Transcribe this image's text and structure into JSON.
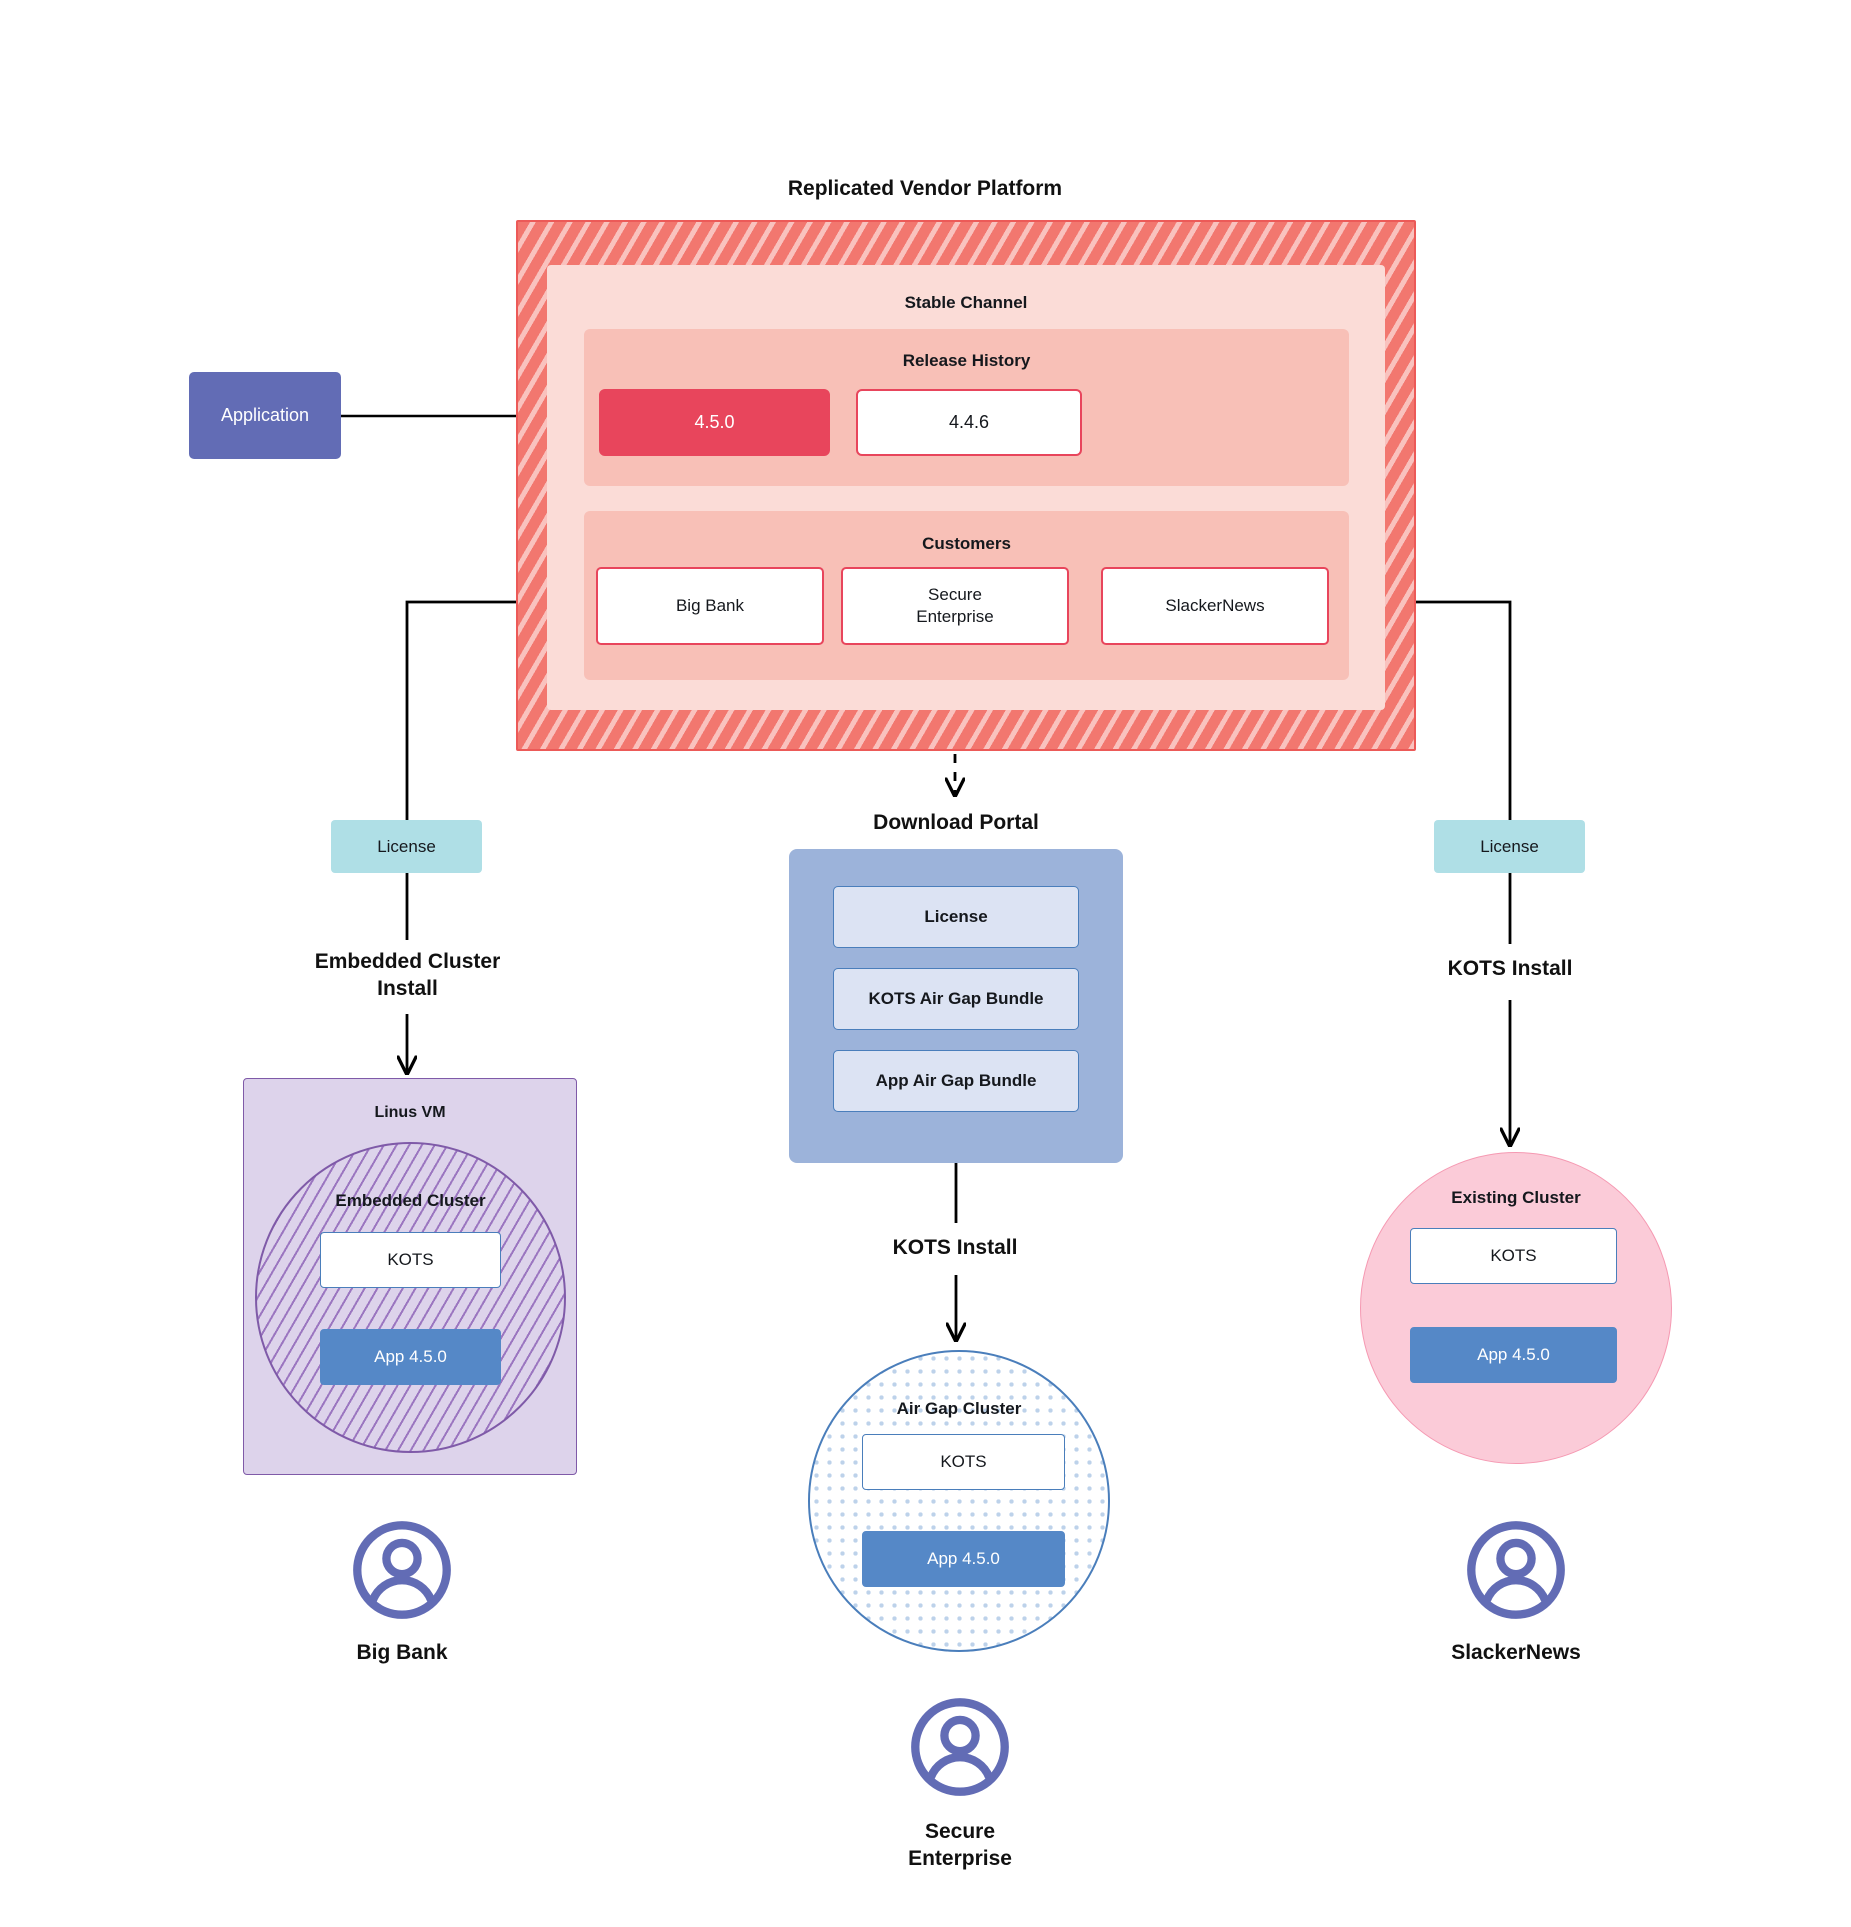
{
  "diagram": {
    "title": "Replicated Vendor Platform",
    "platform": {
      "channel_label": "Stable Channel",
      "release_history_label": "Release History",
      "releases": [
        {
          "version": "4.5.0",
          "state": "current"
        },
        {
          "version": "4.4.6",
          "state": "previous"
        }
      ],
      "customers_label": "Customers",
      "customers": [
        {
          "name": "Big Bank"
        },
        {
          "name": "Secure\nEnterprise"
        },
        {
          "name": "SlackerNews"
        }
      ]
    },
    "application_box": {
      "label": "Application"
    },
    "license_left": {
      "label": "License"
    },
    "license_right": {
      "label": "License"
    },
    "flow_labels": {
      "embedded_cluster_install": "Embedded Cluster\nInstall",
      "kots_install_right": "KOTS Install",
      "kots_install_center": "KOTS Install"
    },
    "download_portal": {
      "title": "Download  Portal",
      "items": [
        {
          "label": "License"
        },
        {
          "label": "KOTS Air Gap Bundle"
        },
        {
          "label": "App Air Gap Bundle"
        }
      ]
    },
    "left_branch": {
      "vm_label": "Linus VM",
      "cluster_label": "Embedded Cluster",
      "kots_label": "KOTS",
      "app_label": "App 4.5.0",
      "persona": "Big Bank"
    },
    "center_branch": {
      "cluster_label": "Air Gap Cluster",
      "kots_label": "KOTS",
      "app_label": "App 4.5.0",
      "persona": "Secure\nEnterprise"
    },
    "right_branch": {
      "cluster_label": "Existing Cluster",
      "kots_label": "KOTS",
      "app_label": "App 4.5.0",
      "persona": "SlackerNews"
    },
    "colors": {
      "platform_hatch": "#f2776f",
      "platform_border": "#ec5a58",
      "channel_bg": "#fbdcd7",
      "section_bg": "#f8c0b7",
      "release_current": "#e8455c",
      "release_border": "#e8455c",
      "application": "#626cb5",
      "license_chip": "#afdfe6",
      "portal_bg": "#9cb3da",
      "portal_item_bg": "#dce3f3",
      "portal_item_border": "#4a7ebb",
      "vm_bg": "#ddd3eb",
      "vm_border": "#7f5aa8",
      "airgap_border": "#4a7ebb",
      "airgap_dots": "#bdd2ea",
      "existing_cluster": "#fbcbd8",
      "app_box": "#5588c7",
      "persona": "#626cb5",
      "connector": "#000000"
    }
  }
}
